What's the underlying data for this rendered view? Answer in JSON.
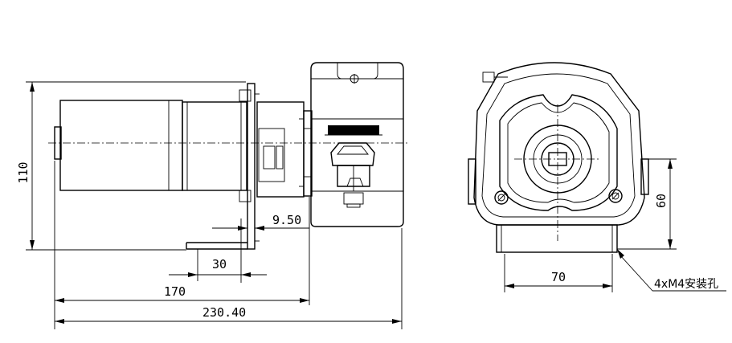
{
  "dimensions": {
    "overall_height": "110",
    "motor_length": "170",
    "overall_length": "230.40",
    "bracket_offset": "9.50",
    "mount_spacing": "30",
    "mount_width": "70",
    "mount_height": "60"
  },
  "notes": {
    "mounting_holes": "4xM4安装孔"
  }
}
